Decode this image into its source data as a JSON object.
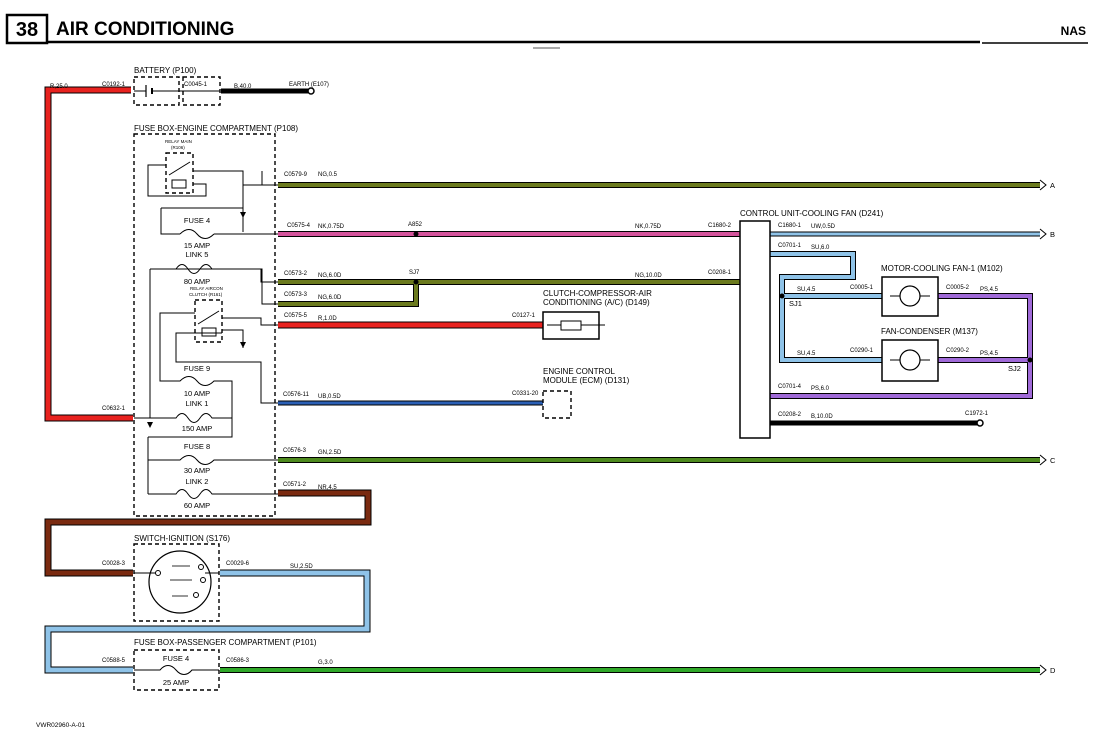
{
  "header": {
    "page_number": "38",
    "title": "AIR CONDITIONING",
    "market": "NAS"
  },
  "footer": {
    "code": "VWR02960-A-01"
  },
  "components": {
    "battery": "BATTERY (P100)",
    "fusebox_engine": "FUSE BOX-ENGINE COMPARTMENT (P108)",
    "relay_main": [
      "RELAY MAIN",
      "(R106)"
    ],
    "relay_aircon": [
      "RELAY AIRCON",
      "CLUTCH (R161)"
    ],
    "switch_ignition": "SWITCH-IGNITION (S176)",
    "fusebox_passenger": "FUSE BOX-PASSENGER COMPARTMENT (P101)",
    "clutch": [
      "CLUTCH-COMPRESSOR-AIR",
      "CONDITIONING (A/C) (D149)"
    ],
    "ecm": [
      "ENGINE CONTROL",
      "MODULE (ECM) (D131)"
    ],
    "control_unit": "CONTROL UNIT-COOLING FAN (D241)",
    "motor_fan": "MOTOR-COOLING FAN-1 (M102)",
    "fan_condenser": "FAN-CONDENSER (M137)",
    "earth": "EARTH (E107)"
  },
  "fuses": [
    {
      "name": "FUSE 4",
      "rating": "15 AMP"
    },
    {
      "name": "LINK 5",
      "rating": "80 AMP"
    },
    {
      "name": "FUSE 9",
      "rating": "10 AMP"
    },
    {
      "name": "LINK 1",
      "rating": "150 AMP"
    },
    {
      "name": "FUSE 8",
      "rating": "30 AMP"
    },
    {
      "name": "LINK 2",
      "rating": "60 AMP"
    },
    {
      "name": "FUSE 4",
      "rating": "25 AMP"
    }
  ],
  "connectors": {
    "c0192": "C0192-1",
    "c0045": "C0045-1",
    "c0579": "C0579-9",
    "c0575_4": "C0575-4",
    "c0573_2": "C0573-2",
    "c0573_3": "C0573-3",
    "c0575_5": "C0575-5",
    "c0576_11": "C0576-11",
    "c0632": "C0632-1",
    "c0576_3": "C0576-3",
    "c0571": "C0571-2",
    "c0127": "C0127-1",
    "c0331": "C0331-20",
    "c1680_2": "C1680-2",
    "c0208_1": "C0208-1",
    "c1680_1": "C1680-1",
    "c0701_1": "C0701-1",
    "c0701_4": "C0701-4",
    "c0208_2": "C0208-2",
    "c0005_1": "C0005-1",
    "c0005_2": "C0005-2",
    "c0290_1": "C0290-1",
    "c0290_2": "C0290-2",
    "c1972": "C1972-1",
    "c0028": "C0028-3",
    "c0029": "C0029-6",
    "c0588": "C0588-5",
    "c0586": "C0586-3"
  },
  "wires": {
    "r25": "R,25.0",
    "b40": "B,40.0",
    "ng05": "NG,0.5",
    "nk075a": "NK,0.75D",
    "nk075b": "NK,0.75D",
    "ng6a": "NG,6.0D",
    "ng6b": "NG,6.0D",
    "ng10": "NG,10.0D",
    "r1": "R,1.0D",
    "ub05": "UB,0.5D",
    "gn25": "GN,2.5D",
    "nr45": "NR,4.5",
    "uw05": "UW,0.5D",
    "su6": "SU,6.0",
    "su45a": "SU,4.5",
    "su45b": "SU,4.5",
    "ps45a": "PS,4.5",
    "ps45b": "PS,4.5",
    "ps6": "PS,6.0",
    "b10": "B,10.0D",
    "su25": "SU,2.5D",
    "g3": "G,3.0"
  },
  "splices": {
    "a852": "A852",
    "sj7": "SJ7",
    "sj1": "SJ1",
    "sj2": "SJ2"
  },
  "refs": {
    "a": "A",
    "b": "B",
    "c": "C",
    "d": "D"
  },
  "colors": {
    "red": "#e8221f",
    "black": "#000000",
    "olive": "#6b7a1e",
    "pink": "#d4549c",
    "blue_light": "#8fc3e8",
    "blue_dark": "#2a5fb5",
    "green_dark": "#4e8a1e",
    "brown": "#7a2a10",
    "purple": "#a06ad8",
    "green": "#2fa829"
  }
}
